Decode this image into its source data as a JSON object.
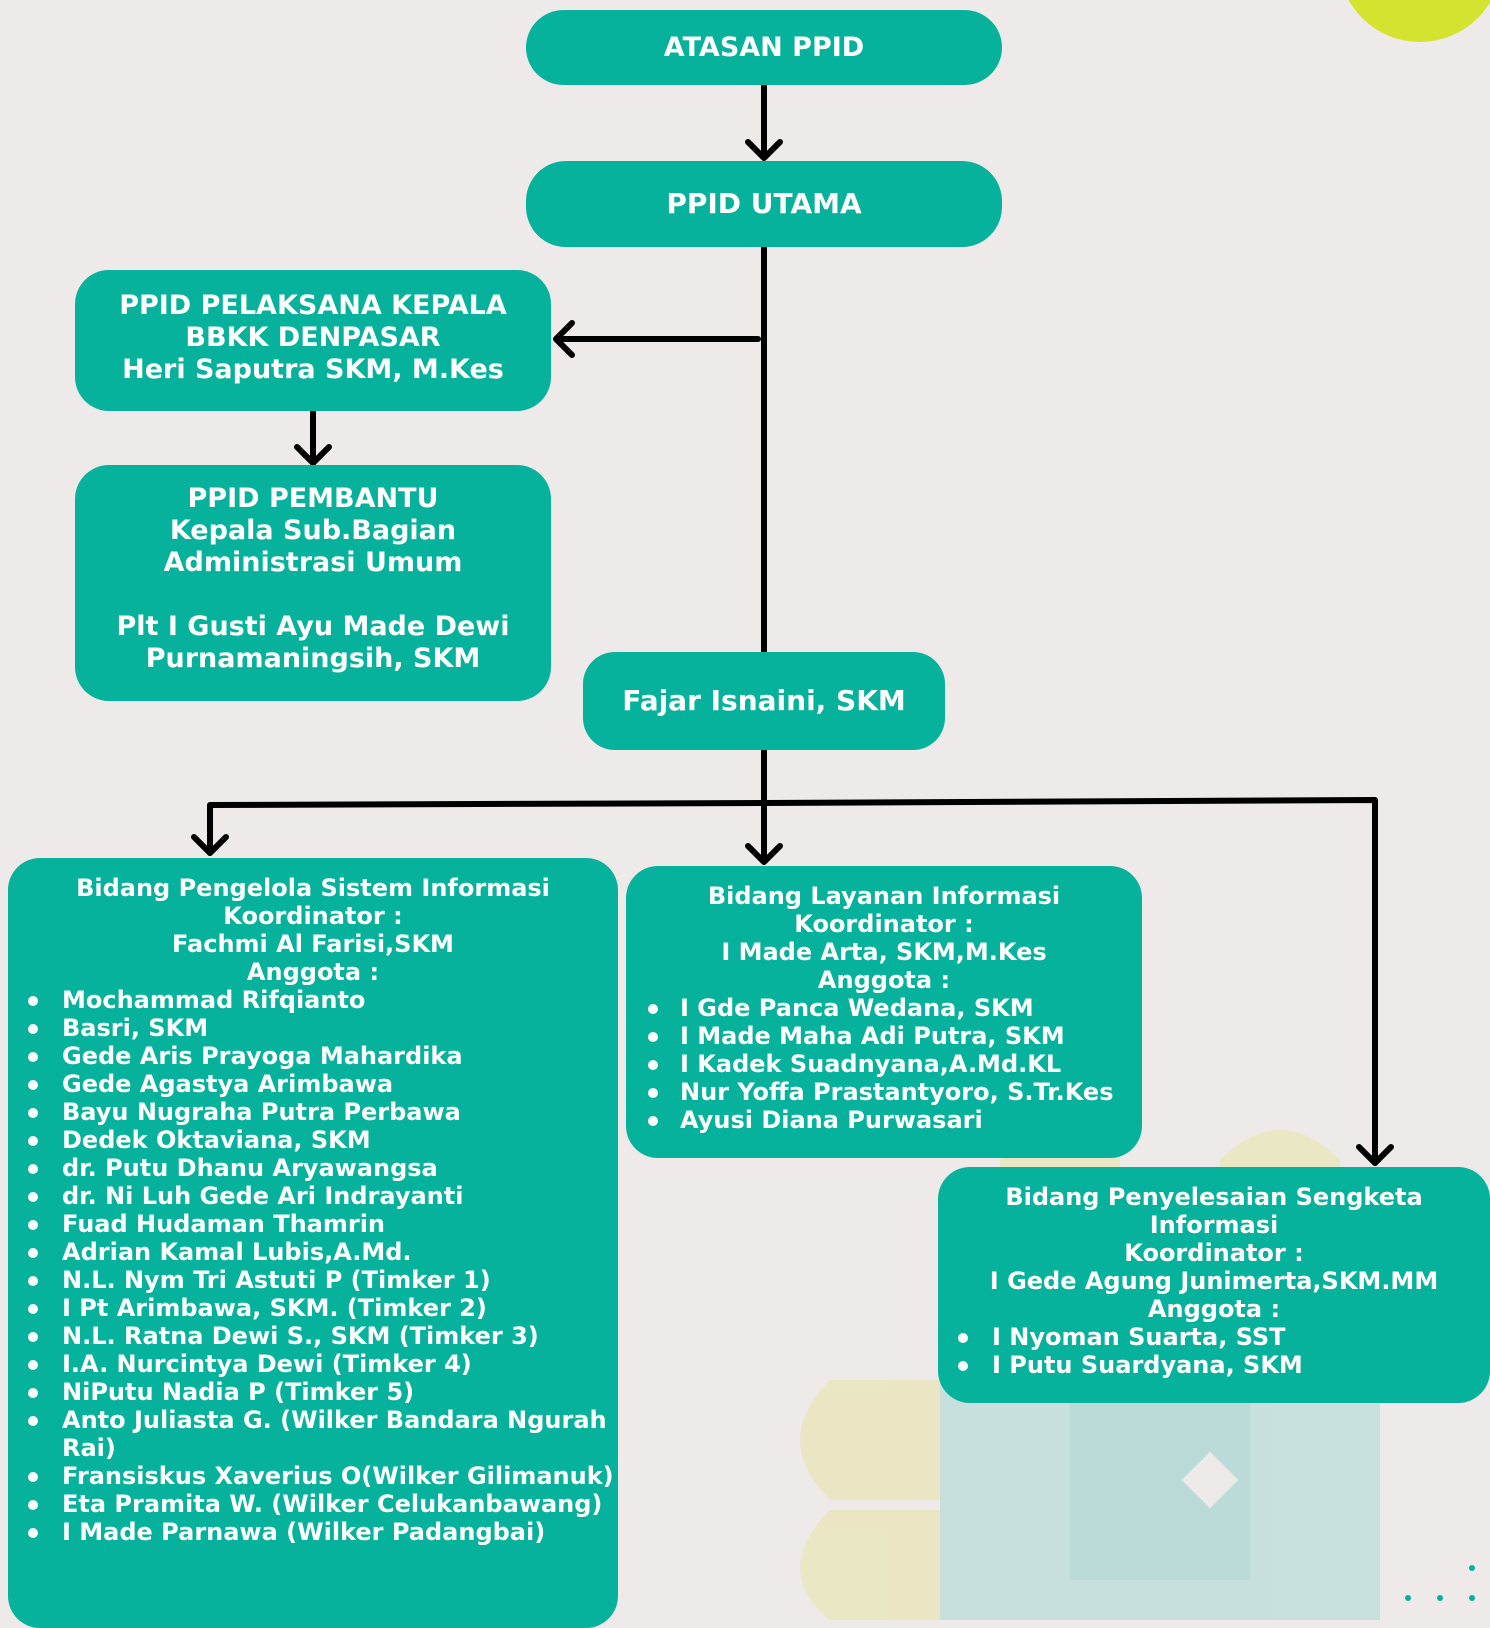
{
  "colors": {
    "background": "#efeaea",
    "box": "#07b29d",
    "text": "#ffffff",
    "line": "#000000"
  },
  "atasan": {
    "label": "ATASAN PPID"
  },
  "utama": {
    "label": "PPID UTAMA"
  },
  "pelaksana": {
    "lines": [
      "PPID PELAKSANA KEPALA",
      "BBKK DENPASAR",
      "Heri Saputra SKM, M.Kes"
    ]
  },
  "pembantu": {
    "lines": [
      "PPID PEMBANTU",
      "Kepala Sub.Bagian",
      "Administrasi Umum"
    ],
    "name_lines": [
      "Plt I Gusti Ayu Made Dewi",
      "Purnamaningsih, SKM"
    ]
  },
  "fajar": {
    "label": "Fajar Isnaini, SKM"
  },
  "bidang1": {
    "title": "Bidang Pengelola Sistem Informasi",
    "koordinator_label": "Koordinator :",
    "koordinator": "Fachmi Al Farisi,SKM",
    "anggota_label": "Anggota :",
    "members": [
      "Mochammad Rifqianto",
      "Basri, SKM",
      "Gede Aris Prayoga Mahardika",
      "Gede Agastya Arimbawa",
      "Bayu Nugraha Putra Perbawa",
      "Dedek Oktaviana, SKM",
      "dr. Putu Dhanu Aryawangsa",
      "dr. Ni Luh Gede Ari Indrayanti",
      "Fuad Hudaman Thamrin",
      "Adrian Kamal Lubis,A.Md.",
      "N.L. Nym Tri Astuti P (Timker 1)",
      "I Pt Arimbawa, SKM. (Timker 2)",
      "N.L. Ratna Dewi S., SKM (Timker 3)",
      "I.A. Nurcintya Dewi (Timker 4)",
      "NiPutu Nadia P (Timker 5)",
      "Anto Juliasta G. (Wilker Bandara Ngurah Rai)",
      "Fransiskus Xaverius O(Wilker Gilimanuk)",
      "Eta Pramita W. (Wilker Celukanbawang)",
      "I Made Parnawa (Wilker Padangbai)"
    ]
  },
  "bidang2": {
    "title": "Bidang Layanan Informasi",
    "koordinator_label": "Koordinator :",
    "koordinator": "I Made Arta, SKM,M.Kes",
    "anggota_label": "Anggota :",
    "members": [
      "I Gde Panca Wedana, SKM",
      "I Made Maha Adi Putra, SKM",
      "I Kadek Suadnyana,A.Md.KL",
      "Nur Yoffa Prastantyoro, S.Tr.Kes",
      "Ayusi Diana Purwasari"
    ]
  },
  "bidang3": {
    "title_lines": [
      "Bidang Penyelesaian Sengketa",
      "Informasi"
    ],
    "koordinator_label": "Koordinator :",
    "koordinator": "I Gede Agung Junimerta,SKM.MM",
    "anggota_label": "Anggota :",
    "members": [
      "I Nyoman Suarta, SST",
      "I Putu Suardyana, SKM"
    ]
  }
}
